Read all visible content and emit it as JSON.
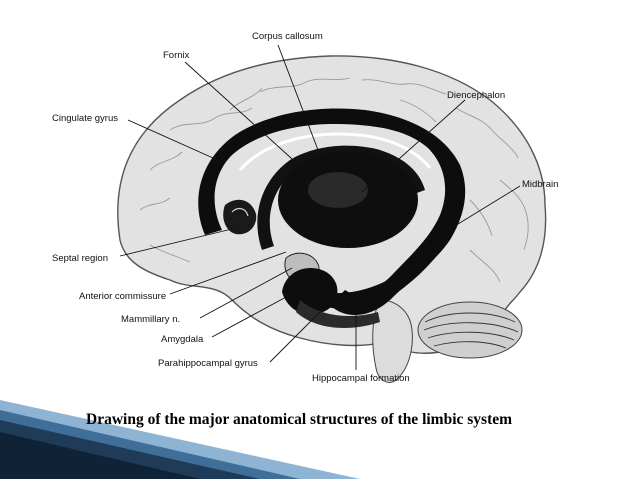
{
  "diagram": {
    "labels": {
      "corpus_callosum": "Corpus callosum",
      "fornix": "Fornix",
      "diencephalon": "Diencephalon",
      "cingulate_gyrus": "Cingulate gyrus",
      "midbrain": "Midbrain",
      "septal_region": "Septal region",
      "anterior_commissure": "Anterior commissure",
      "mammillary_n": "Mammillary n.",
      "amygdala": "Amygdala",
      "parahippocampal_gyrus": "Parahippocampal gyrus",
      "hippocampal_formation": "Hippocampal formation"
    }
  },
  "caption": "Drawing of the major anatomical structures of the limbic system",
  "colors": {
    "accent_dark": "#1f3b57",
    "accent_mid": "#3f6f99",
    "accent_light": "#8fb3d3",
    "structure": "#0d0d0d",
    "cortex": "#e2e2e2"
  }
}
